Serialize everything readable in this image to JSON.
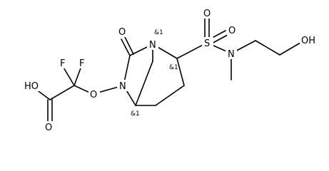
{
  "structure": {
    "atoms": {
      "O_acid_hydroxyl": "HO",
      "O_acid_carbonyl": "O",
      "F_left": "F",
      "F_right": "F",
      "O_ether": "O",
      "N_ring_left": "N",
      "N_ring_top": "N",
      "O_lactam": "O",
      "S_sulfonyl": "S",
      "O_sulfonyl_top": "O",
      "O_sulfonyl_right": "O",
      "N_sulfonamide": "N",
      "O_terminal_hydroxyl": "OH"
    },
    "stereo_labels": {
      "n_top": "&1",
      "c_sulfonyl": "&1",
      "c_bridgehead": "&1"
    }
  }
}
